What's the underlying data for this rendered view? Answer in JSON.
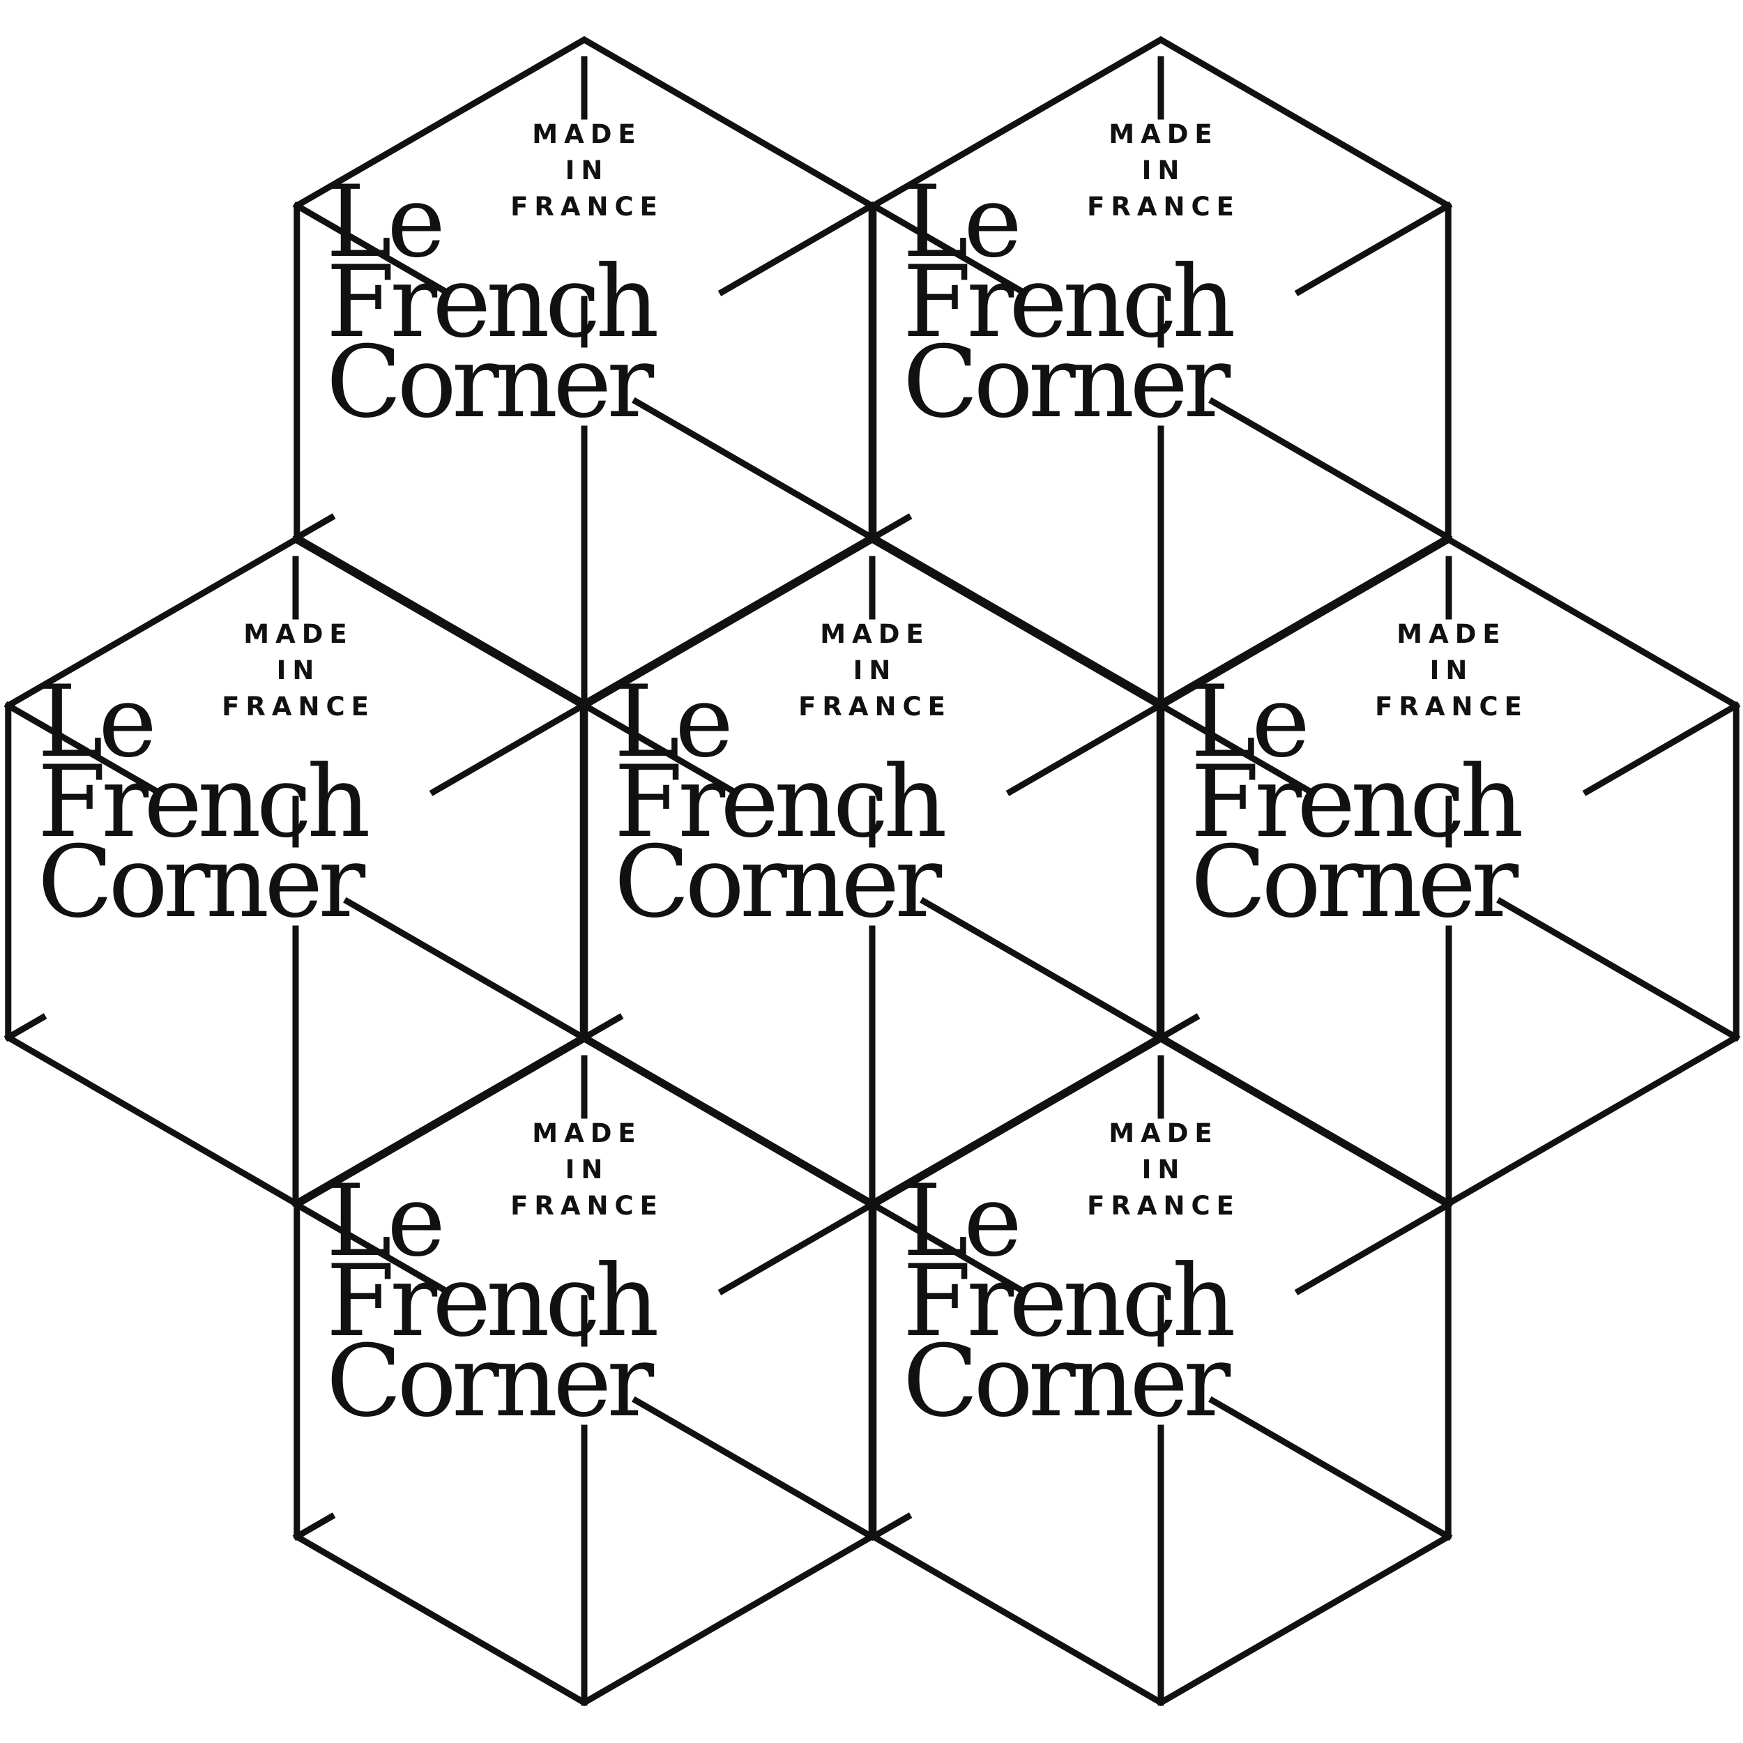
{
  "logo": {
    "tagline_lines": [
      "MADE",
      "IN",
      "FRANCE"
    ],
    "brand_lines": [
      "Le",
      "French",
      "Corner"
    ]
  },
  "pattern": {
    "tile_count": 7,
    "ink_color": "#111111",
    "background_color": "#ffffff"
  }
}
